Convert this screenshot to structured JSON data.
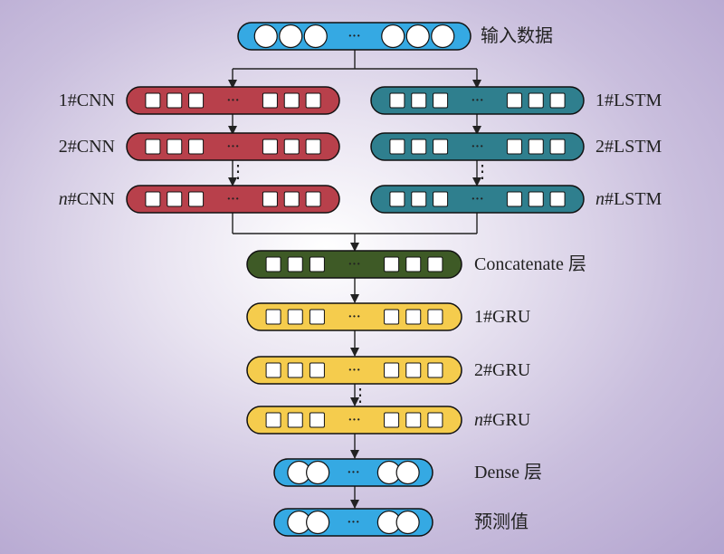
{
  "layers": {
    "input": {
      "label": "输入数据",
      "unit": "circle",
      "color": "#35a9e3"
    },
    "cnn": {
      "color": "#b8404b",
      "unit": "square",
      "labels": [
        {
          "prefix": "1",
          "suffix": "#CNN"
        },
        {
          "prefix": "2",
          "suffix": "#CNN"
        },
        {
          "prefix": "n",
          "suffix": "#CNN",
          "italic": true
        }
      ]
    },
    "lstm": {
      "color": "#2f7f8e",
      "unit": "square",
      "labels": [
        {
          "prefix": "1",
          "suffix": "#LSTM"
        },
        {
          "prefix": "2",
          "suffix": "#LSTM"
        },
        {
          "prefix": "n",
          "suffix": "#LSTM",
          "italic": true
        }
      ]
    },
    "concatenate": {
      "label": "Concatenate 层",
      "unit": "square",
      "color": "#3e5a26"
    },
    "gru": {
      "color": "#f5cc4d",
      "unit": "square",
      "labels": [
        {
          "prefix": "1",
          "suffix": "#GRU"
        },
        {
          "prefix": "2",
          "suffix": "#GRU"
        },
        {
          "prefix": "n",
          "suffix": "#GRU",
          "italic": true
        }
      ]
    },
    "dense": {
      "label": "Dense 层",
      "unit": "circle",
      "color": "#35a9e3"
    },
    "output": {
      "label": "预测值",
      "unit": "circle",
      "color": "#35a9e3"
    }
  },
  "ellipsis_h": "···",
  "ellipsis_v": "⋮"
}
